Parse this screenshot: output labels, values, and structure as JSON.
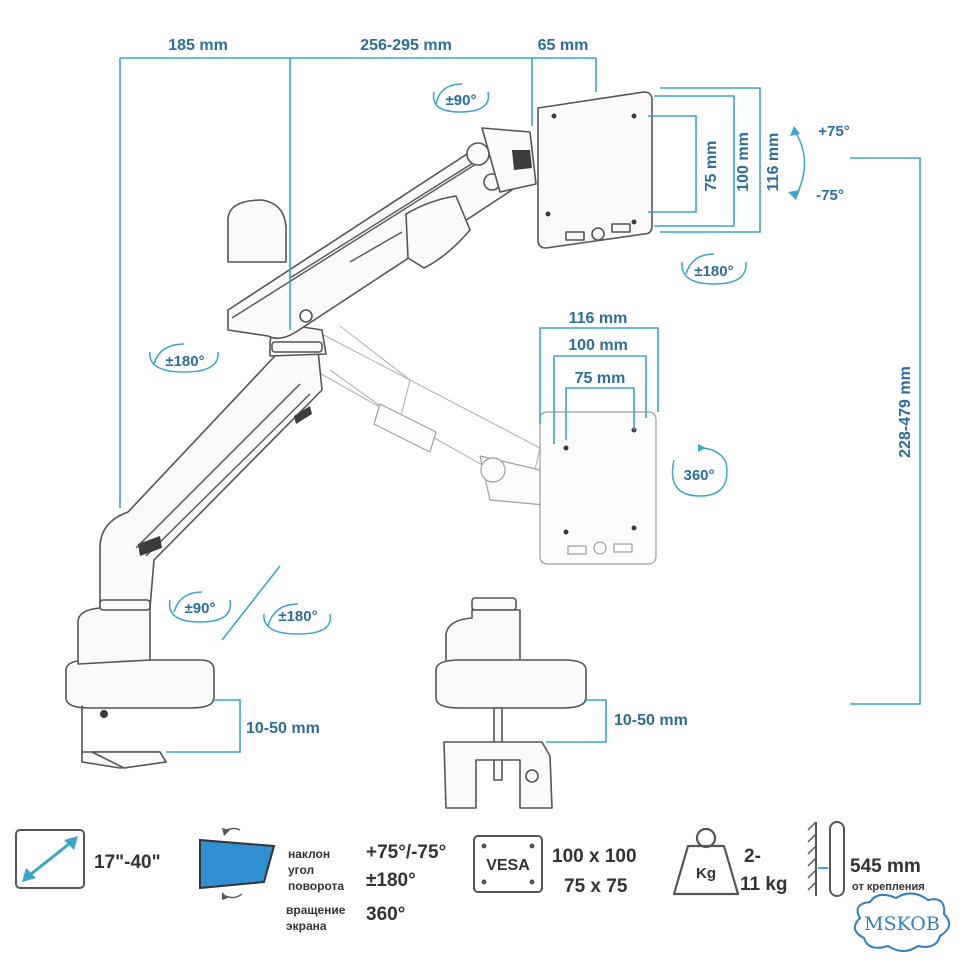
{
  "dims": {
    "top_left": "185 mm",
    "top_mid": "256-295 mm",
    "top_right": "65 mm",
    "plate_75_side": "75 mm",
    "plate_100_side": "100 mm",
    "plate_116_side": "116 mm",
    "height_range": "228-479 mm",
    "vesa_116": "116 mm",
    "vesa_100": "100 mm",
    "vesa_75": "75 mm",
    "clamp_left": "10-50 mm",
    "clamp_right": "10-50 mm"
  },
  "angles": {
    "top_rot": "±90°",
    "tilt_up": "+75°",
    "tilt_down": "-75°",
    "plate_swivel": "±180°",
    "arm_mid": "±180°",
    "screen_rotate": "360°",
    "base_rot": "±90°",
    "base_swivel": "±180°"
  },
  "specs": {
    "screen_size": "17\"-40\"",
    "tilt_label": "наклон",
    "swivel_label_1": "угол",
    "swivel_label_2": "поворота",
    "rotate_label_1": "вращение",
    "rotate_label_2": "экрана",
    "tilt_value": "+75°/-75°",
    "swivel_value": "±180°",
    "rotate_value": "360°",
    "vesa_label": "VESA",
    "vesa_value_1": "100 x 100",
    "vesa_value_2": "75 x 75",
    "weight_unit": "Kg",
    "weight_value_1": "2-",
    "weight_value_2": "11 kg",
    "reach_value": "545 mm",
    "reach_label": "от крепления"
  },
  "brand": "MSKOB",
  "colors": {
    "accent": "#3aa7c9",
    "dimension_text": "#2b6f9a",
    "screen_fill": "#2f8fd0",
    "brand": "#2d7fc1"
  }
}
